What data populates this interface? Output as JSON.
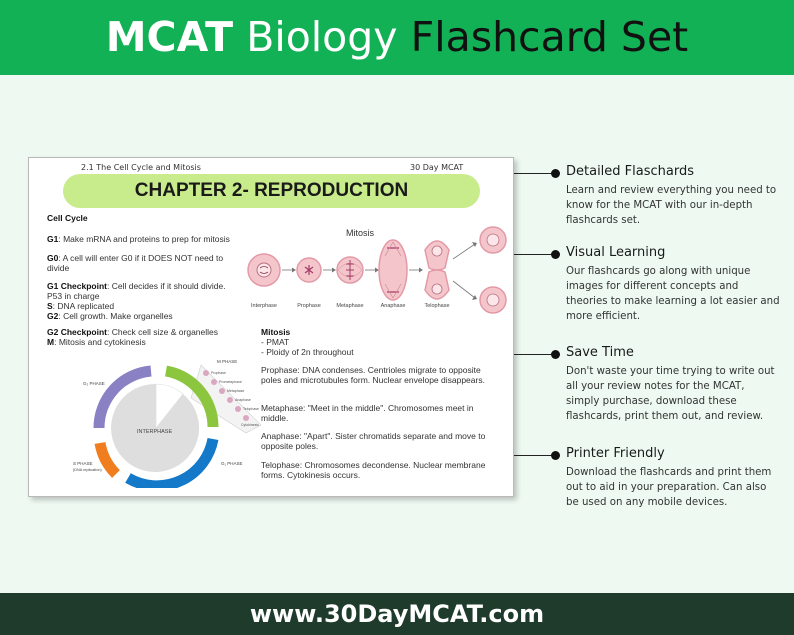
{
  "header": {
    "title_part1": "MCAT",
    "title_part2": "Biology",
    "title_part3": "Flashcard Set"
  },
  "card": {
    "topic": "2.1 The Cell Cycle and Mitosis",
    "brand": "30 Day MCAT",
    "chapter_title": "CHAPTER 2- REPRODUCTION",
    "cell_cycle": {
      "title": "Cell Cycle",
      "g1_term": "G1",
      "g1_text": ": Make mRNA and proteins to prep for mitosis",
      "g0_term": "G0",
      "g0_text": ": A cell will enter G0 if it DOES NOT need to divide",
      "g1c_term": "G1 Checkpoint",
      "g1c_text": ": Cell decides if it should divide.",
      "p53_text": "P53 in charge",
      "s_term": "S",
      "s_text": ": DNA replicated",
      "g2_term": "G2",
      "g2_text": ": Cell growth. Make organelles",
      "g2c_term": "G2 Checkpoint",
      "g2c_text": ": Check cell size & organelles",
      "m_term": "M",
      "m_text": ": Mitosis and cytokinesis"
    },
    "mitosis_diagram": {
      "title": "Mitosis",
      "stages": [
        "Interphase",
        "Prophase",
        "Metaphase",
        "Anaphase",
        "Telophase"
      ]
    },
    "mitosis_notes": {
      "title": "Mitosis",
      "bullet1": "- PMAT",
      "bullet2": "- Ploidy of 2n throughout",
      "prophase": "Prophase: DNA condenses. Centrioles migrate to opposite poles and microtubules form. Nuclear envelope disappears.",
      "metaphase": "Metaphase: \"Meet in the middle\". Chromosomes meet in middle.",
      "anaphase": "Anaphase: \"Apart\". Sister chromatids separate and move to opposite poles.",
      "telophase": "Telophase: Chromosomes decondense. Nuclear membrane forms. Cytokinesis occurs."
    },
    "cycle_diagram": {
      "interphase": "INTERPHASE",
      "m_phase": "M PHASE",
      "g1_phase": "G₁ PHASE",
      "g2_phase": "G₂ PHASE",
      "s_phase": "S PHASE",
      "s_phase_sub": "(DNA replication)",
      "mini_labels": [
        "Prophase",
        "Prometaphase",
        "Metaphase",
        "Anaphase",
        "Telophase",
        "Cytokinesis"
      ]
    }
  },
  "features": [
    {
      "title": "Detailed Flaschards",
      "description": "Learn and review everything you need to know for the MCAT with our in-depth flashcards set."
    },
    {
      "title": "Visual Learning",
      "description": "Our flashcards go along with unique images for different concepts and theories to make learning a lot easier and more efficient."
    },
    {
      "title": "Save Time",
      "description": "Don't waste your time trying to write out all your review notes for the MCAT, simply purchase, download these flashcards, print them out, and review."
    },
    {
      "title": "Printer Friendly",
      "description": "Download the flashcards and print them out to aid in your preparation. Can also be used on any mobile devices."
    }
  ],
  "footer": {
    "url": "www.30DayMCAT.com"
  },
  "colors": {
    "brand_green": "#13b155",
    "footer_dark": "#1f3b2c",
    "chapter_pill": "#c8ec8b",
    "background": "#eefaf1"
  }
}
